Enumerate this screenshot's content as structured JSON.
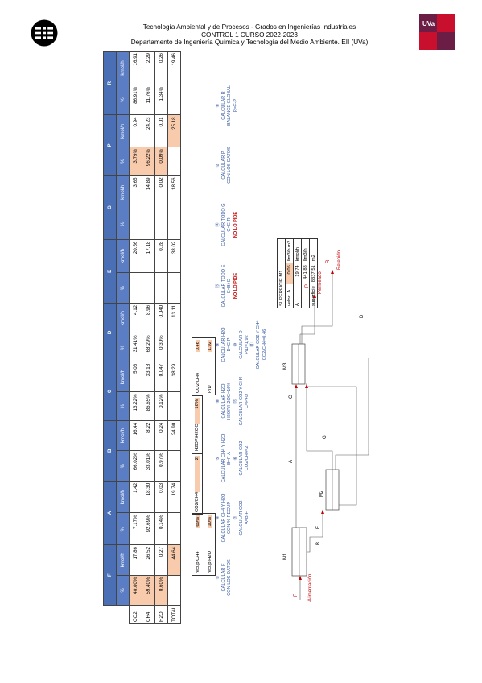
{
  "header": {
    "line1": "Tecnología Ambiental y de Procesos - Grados en Ingenierías Industriales",
    "line2": "CONTROL 1 CURSO 2022-2023",
    "line3": "Departamento de Ingeniería Química y Tecnología del Medio Ambiente. EII (UVa)"
  },
  "logos": {
    "left": "EII",
    "right": "UVa"
  },
  "table": {
    "row_labels": [
      "CO2",
      "CH4",
      "H2O",
      "TOTAL"
    ],
    "streams": [
      "F",
      "A",
      "B",
      "C",
      "D",
      "E",
      "G",
      "P",
      "R"
    ],
    "col_pct": "%",
    "col_flow": "kmol/h",
    "rows": {
      "CO2": [
        [
          "40.00%",
          "17.86"
        ],
        [
          "7.17%",
          "1.42"
        ],
        [
          "66.02%",
          "16.44"
        ],
        [
          "13.22%",
          "5.06"
        ],
        [
          "31.41%",
          "4.12"
        ],
        [
          "",
          "20.56"
        ],
        [
          "",
          "3.65"
        ],
        [
          "3.79%",
          "0.94"
        ],
        [
          "86.91%",
          "16.91"
        ]
      ],
      "CH4": [
        [
          "59.40%",
          "26.52"
        ],
        [
          "92.69%",
          "18.30"
        ],
        [
          "33.01%",
          "8.22"
        ],
        [
          "86.65%",
          "33.18"
        ],
        [
          "68.29%",
          "8.96"
        ],
        [
          "",
          "17.18"
        ],
        [
          "",
          "14.89"
        ],
        [
          "96.22%",
          "24.23"
        ],
        [
          "11.76%",
          "2.29"
        ]
      ],
      "H2O": [
        [
          "0.60%",
          "0.27"
        ],
        [
          "0.14%",
          "0.03"
        ],
        [
          "0.97%",
          "0.24"
        ],
        [
          "0.12%",
          "0.047"
        ],
        [
          "0.30%",
          "0.040"
        ],
        [
          "",
          "0.28"
        ],
        [
          "",
          "0.02"
        ],
        [
          "0.09%",
          "0.01"
        ],
        [
          "1.34%",
          "0.26"
        ]
      ],
      "TOTAL": [
        [
          "",
          "44.64"
        ],
        [
          "",
          "19.74"
        ],
        [
          "",
          "24.90"
        ],
        [
          "",
          "38.29"
        ],
        [
          "",
          "13.11"
        ],
        [
          "",
          "38.02"
        ],
        [
          "",
          "18.56"
        ],
        [
          "",
          "25.18"
        ],
        [
          "",
          "19.46"
        ]
      ]
    },
    "ratios": {
      "recup_ch4_label": "recup CH4",
      "recup_ch4_value": "69%",
      "recup_h2o_label": "recup H2O",
      "recup_h2o_value": "10%",
      "co2_ch4_label": "CO2/CH4",
      "co2_ch4_value": "2",
      "h2op_h2oc_label": "H2OP/H2OC",
      "h2op_h2oc_value": "16%",
      "co2_ch4_d_label": "CO2/CH4",
      "co2_ch4_d_value": "0.46",
      "p_d_label": "P/D",
      "p_d_value": "1.92"
    },
    "steps": {
      "F": [
        "①",
        "CALCULAR F",
        "CON LOS DATOS"
      ],
      "A": [
        "④",
        "CALCULAR CH4 Y H2O",
        "CON % RECUP",
        "⑦",
        "CALCULAR CO2",
        "A=B-F"
      ],
      "B": [
        "⑤",
        "CALCULAR CH4 Y H2O",
        "B=F-A",
        "⑥",
        "CALCULAR CO2",
        "CO2/CH4=2"
      ],
      "C": [
        "⑧",
        "CALCULAR H2O",
        "H2OP/H2OC=16%",
        "⑬",
        "CALCULAR CO2 Y CH4",
        "C=P+D"
      ],
      "D": [
        "⑨",
        "CALCULAR H2O",
        "D=C-P",
        "⑩",
        "CALCULAR D",
        "P/D=1,92",
        "⑪",
        "CALCULAR CO2 Y CH4",
        "CO2/CH4=0,46"
      ],
      "E": [
        "⑮",
        "CALCULAR TODO E",
        "E=B+D",
        "NO LO PIDE"
      ],
      "G": [
        "⑭",
        "CALCULAR TODO G",
        "G=E-R",
        "NO LO PIDE"
      ],
      "P": [
        "②",
        "CALCULAR P",
        "CON LOS DATOS"
      ],
      "R": [
        "③",
        "CALCULAR R",
        "BALANCE GLOBAL",
        "R=F-P"
      ]
    }
  },
  "surface": {
    "title": "SUPERFICIE M1",
    "veloc_label": "veloc. A",
    "veloc_value": "0.05",
    "veloc_unit": "lIm3/h m2",
    "a_label": "A",
    "a_value": "19.74",
    "a_unit": "kmol/h",
    "a2_value": "441.88",
    "a2_unit": "lIm3/h",
    "sup_label": "superficie",
    "sup_value": "8837.51",
    "sup_unit": "m2"
  },
  "diagram": {
    "m1": "M1",
    "m2": "M2",
    "m3": "M3",
    "F": "F",
    "A": "A",
    "B": "B",
    "C": "C",
    "D": "D",
    "E": "E",
    "G": "G",
    "P": "P",
    "R": "R",
    "feed": "Alimentación",
    "permeate": "Permeado",
    "retained": "Retenido"
  }
}
